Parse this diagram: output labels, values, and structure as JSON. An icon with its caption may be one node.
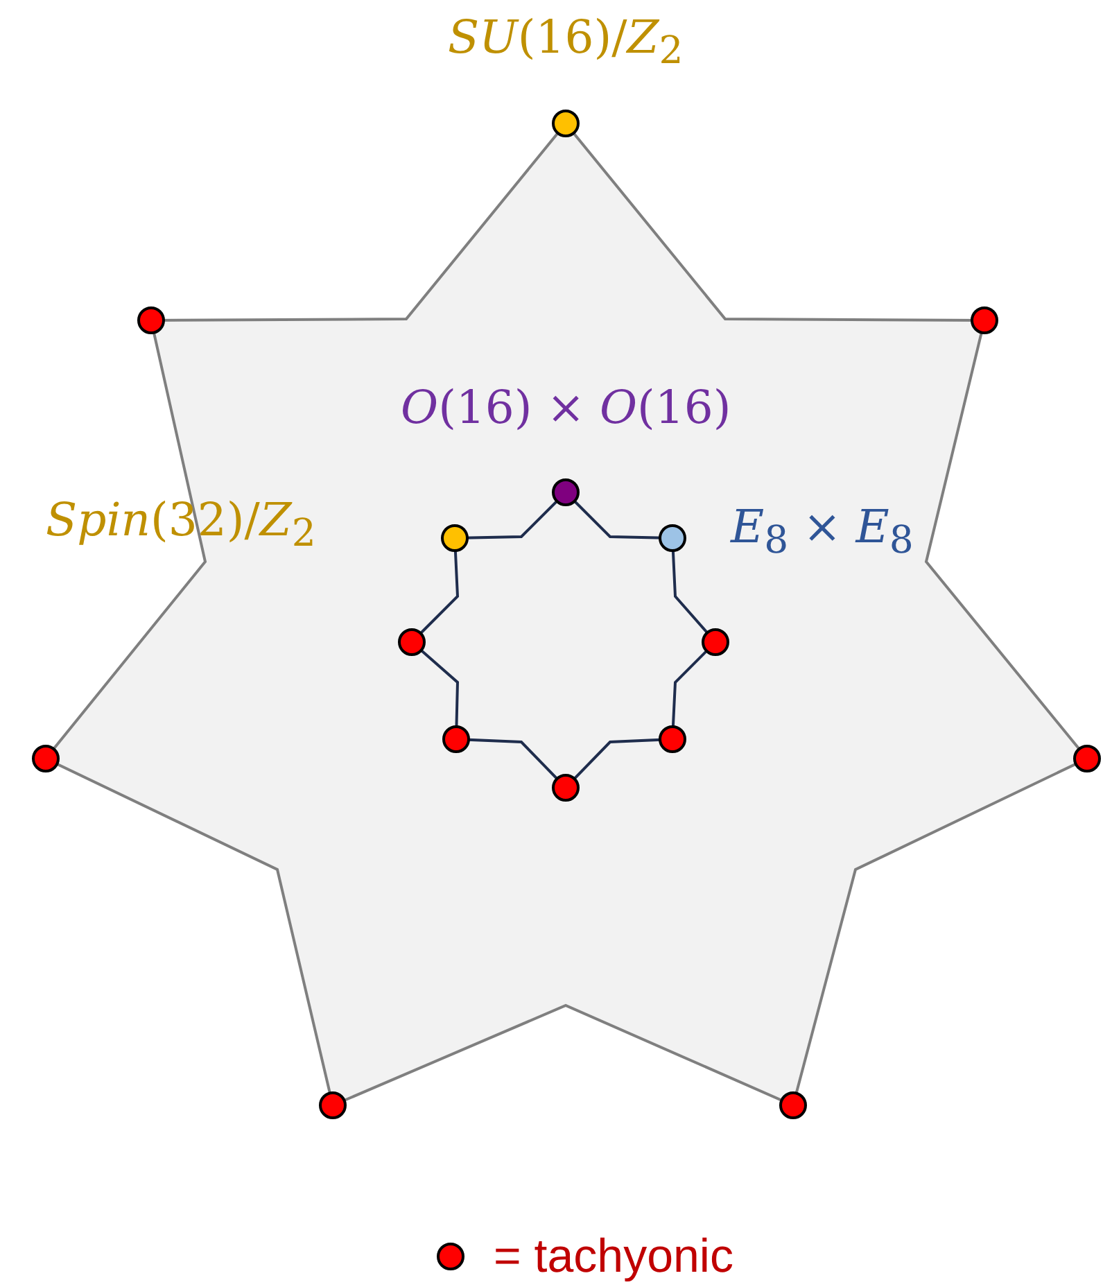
{
  "diagram": {
    "labels": [
      "*SU*(16)/*Z*$_{2}$",
      "*O*(16) × *O*(16)",
      "*Spin*(32)/*Z*$_{2}$",
      "*E*$_{8}$ × *E*$_{8}$"
    ],
    "legend": [
      {
        "text": "= tachyonic",
        "color": "#ff0000"
      }
    ]
  }
}
